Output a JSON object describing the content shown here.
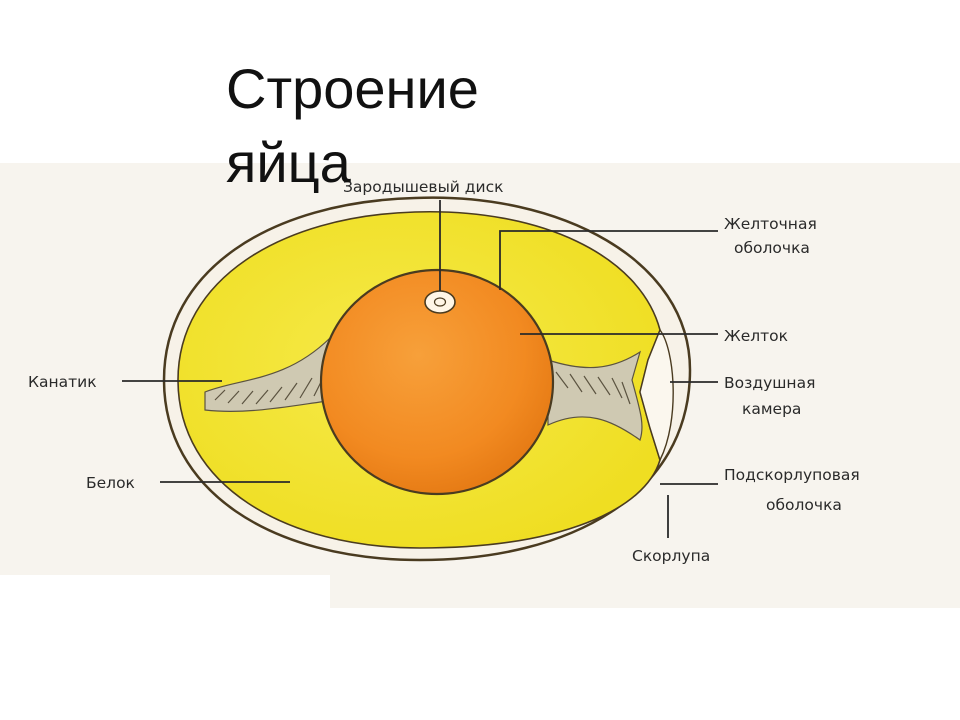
{
  "title": {
    "line1": "Строение",
    "line2": "яйца"
  },
  "labels": {
    "germinal_disc": "Зародышевый диск",
    "vitelline_membrane_1": "Желточная",
    "vitelline_membrane_2": "оболочка",
    "yolk": "Желток",
    "air_cell_1": "Воздушная",
    "air_cell_2": "камера",
    "shell_membrane_1": "Подскорлуповая",
    "shell_membrane_2": "оболочка",
    "shell": "Скорлупа",
    "chalaza": "Канатик",
    "albumen": "Белок"
  },
  "colors": {
    "panel": "#f7f4ee",
    "albumen": "#f0e22a",
    "albumen_highlight": "#f6ea4a",
    "yolk": "#f28a21",
    "shell_fill": "#f7f2e8",
    "outline": "#4a3b20"
  }
}
